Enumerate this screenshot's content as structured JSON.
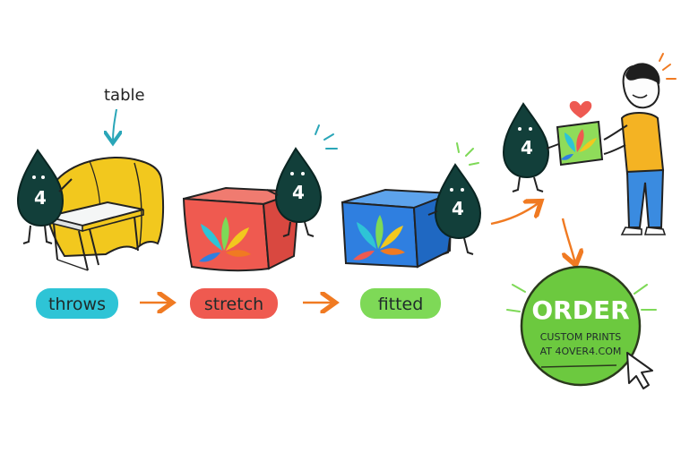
{
  "annotations": {
    "table": "table"
  },
  "steps": [
    {
      "label": "throws",
      "color": "#2ec4d6"
    },
    {
      "label": "stretch",
      "color": "#ef5a50"
    },
    {
      "label": "fitted",
      "color": "#7ed957"
    }
  ],
  "mascot": {
    "number": "4",
    "body_color": "#123f3a"
  },
  "order_badge": {
    "title": "ORDER",
    "line1": "CUSTOM PRINTS",
    "line2": "AT 4OVER4.COM",
    "color": "#6cc93f"
  },
  "colors": {
    "arrow": "#f07a22",
    "table_cloth_yellow": "#f2c81e",
    "stretch_red": "#ef5a50",
    "fitted_blue": "#2f7fe0",
    "person_shirt": "#f4b323",
    "person_pants": "#3a8be0",
    "heart": "#ee5a52"
  }
}
